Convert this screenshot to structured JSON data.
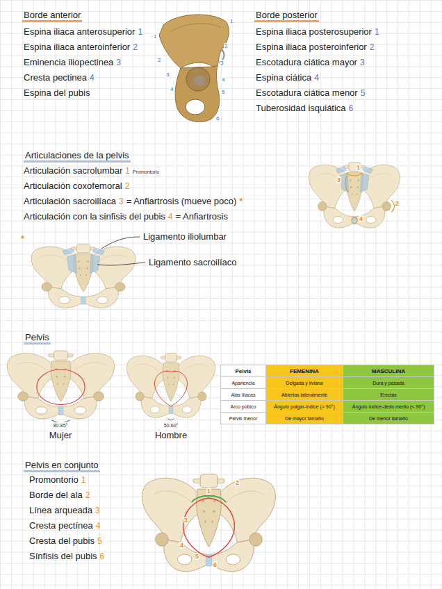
{
  "diagram": {
    "labels": [
      "Borde anterior",
      "Espina iliaca anterosuperior",
      "1",
      "Espina iliaca anteroinferior",
      "2",
      "Eminencia iliopectinea",
      "3",
      "Cresta pectinea",
      "4",
      "Espina del pubis",
      "1",
      "2",
      "3",
      "4",
      "1",
      "2",
      "3",
      "4",
      "5",
      "6",
      "Borde posterior",
      "Espina iliaca posterosuperior",
      "1",
      "Espina iliaca posteroinferior",
      "2",
      "Escotadura ciática mayor",
      "3",
      "Espina ciática",
      "4",
      "Escotadura ciática menor",
      "5",
      "Tuberosidad isquiática",
      "6",
      "Articulaciones de la pelvis",
      "Articulación sacrolumbar",
      "1",
      "Promontorio",
      "Articulación coxofemoral",
      "2",
      "Articulación sacroilíaca",
      "3",
      "= Anfiartrosis (mueve poco)",
      "*",
      "Articulación con la sinfisis del pubis",
      "4",
      "= Anfiartrosis",
      "1",
      "2",
      "3",
      "4",
      "*",
      "Ligamento iliolumbar",
      "Ligamento sacroilíaco",
      "Pelvis",
      "80-85°",
      "Mujer",
      "50-60°",
      "Hombre",
      "Pelvis",
      "FEMENINA",
      "MASCULINA",
      "Apariencia",
      "Delgada y liviana",
      "Dura y pesada",
      "Alas iliacas",
      "Abiertas lateralmente",
      "Erectas",
      "Arco púbico",
      "Ángulo pulgar-índice (> 90°)",
      "Ángulo índice-dedo medio (< 90°)",
      "Pelvis menor",
      "De mayor tamaño",
      "De menor tamaño",
      "Pelvis en conjunto",
      "Promontorio",
      "1",
      "Borde del ala",
      "2",
      "Línea arqueada",
      "3",
      "Cresta pectínea",
      "4",
      "Cresta del pubis",
      "5",
      "Sínfisis del pubis",
      "6",
      "1",
      "2",
      "3",
      "4",
      "5",
      "6"
    ]
  }
}
